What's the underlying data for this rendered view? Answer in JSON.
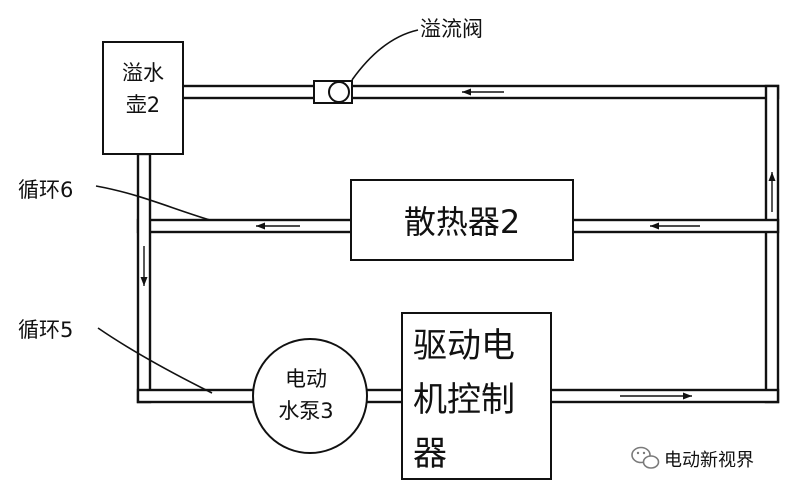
{
  "labels": {
    "overflow_valve": "溢流阀",
    "tank_line1": "溢水",
    "tank_line2": "壶2",
    "circuit6": "循环6",
    "circuit5": "循环5",
    "radiator": "散热器2",
    "pump_line1": "电动",
    "pump_line2": "水泵3",
    "controller_line1": "驱动电",
    "controller_line2": "机控制",
    "controller_line3": "器"
  },
  "watermark": {
    "text": "电动新视界",
    "icon": "wechat-icon"
  }
}
